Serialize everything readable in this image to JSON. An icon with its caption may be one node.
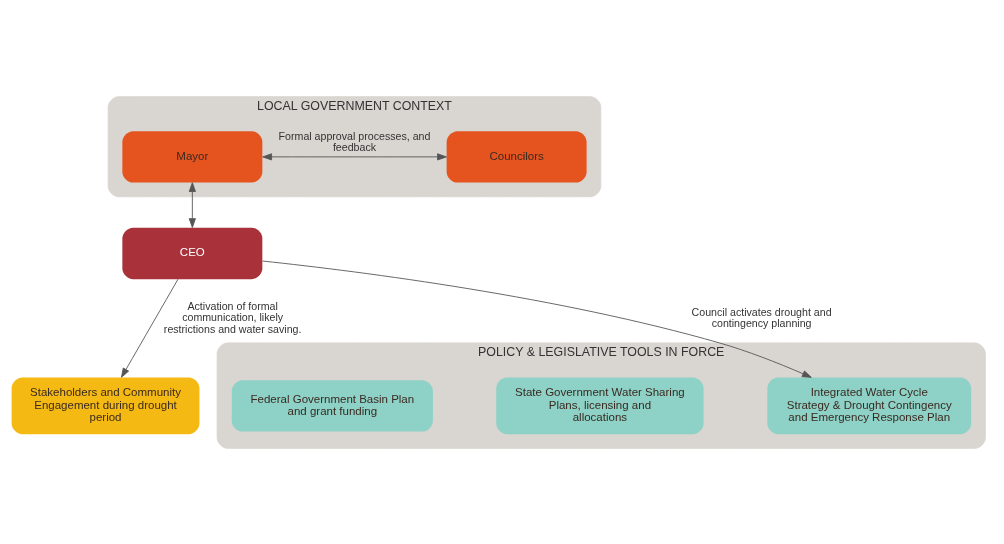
{
  "diagram": {
    "nodes": [
      {
        "text": [
          "LOCAL GOVERNMENT CONTEXT"
        ]
      },
      {
        "text": [
          "Mayor"
        ],
        "in": 0
      },
      {
        "text": [
          "Councilors"
        ],
        "in": 0
      },
      {
        "text": [
          "Stakeholders and Community Engagement during drought period"
        ]
      },
      {
        "text": [
          "CEO"
        ]
      },
      {
        "text": [
          "POLICY & LEGISLATIVE TOOLS IN FORCE"
        ]
      },
      {
        "text": [
          "Federal Government Basin Plan and grant funding"
        ],
        "in": 5
      },
      {
        "text": [
          "State Government Water Sharing Plans, licensing and allocations"
        ],
        "in": 5
      },
      {
        "text": [
          "Integrated Water Cycle Strategy & Drought Contingency and Emergency Response Plan"
        ],
        "in": 5
      }
    ],
    "edges": [
      {
        "from": 1,
        "to": 2,
        "arrow": "both",
        "label": "Formal approval processes, and feedback"
      },
      {
        "from": 1,
        "to": 4,
        "arrow": "both"
      },
      {
        "from": 4,
        "to": 3,
        "arrow": "to",
        "label": "Activation of formal communication, likely restrictions and water saving."
      },
      {
        "from": 4,
        "to": 8,
        "arrow": "to",
        "label": "Council activates drought and contingency planning"
      }
    ]
  }
}
